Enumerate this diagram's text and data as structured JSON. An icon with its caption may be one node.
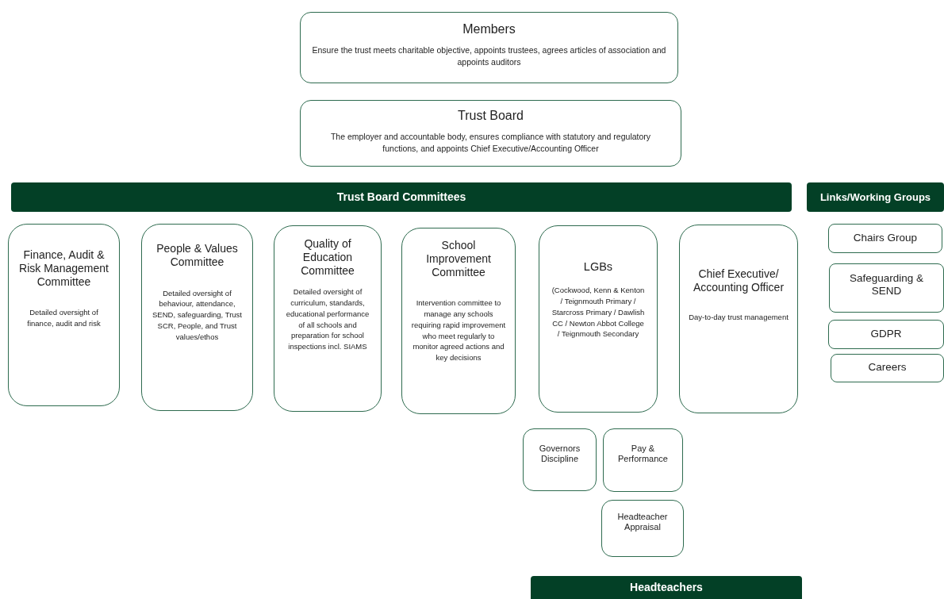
{
  "diagram": {
    "nodes": [
      {
        "text": [
          "Members",
          "Ensure the trust meets charitable objective, appoints trustees, agrees articles of association and appoints auditors"
        ]
      },
      {
        "text": [
          "Trust Board",
          "The employer and accountable body, ensures compliance with statutory and regulatory functions, and appoints Chief Executive/Accounting Officer"
        ]
      },
      {
        "text": [
          "Trust Board Committees"
        ]
      },
      {
        "text": [
          "Links/Working Groups"
        ]
      },
      {
        "text": [
          "Finance, Audit & Risk Management Committee",
          "Detailed oversight of finance, audit and risk"
        ]
      },
      {
        "text": [
          "People & Values Committee",
          "Detailed oversight of behaviour, attendance, SEND, safeguarding, Trust SCR, People, and Trust values/ethos"
        ]
      },
      {
        "text": [
          "Quality of Education Committee",
          "Detailed oversight of curriculum, standards, educational performance of all schools and preparation for school inspections incl. SIAMS"
        ]
      },
      {
        "text": [
          "School Improvement Committee",
          "Intervention committee to manage any schools requiring rapid improvement who meet regularly to monitor agreed actions and key decisions"
        ]
      },
      {
        "text": [
          "LGBs",
          "(Cockwood, Kenn & Kenton / Teignmouth Primary / Starcross Primary / Dawlish CC / Newton Abbot College / Teignmouth Secondary"
        ]
      },
      {
        "text": [
          "Chief Executive/ Accounting Officer",
          "Day-to-day trust management"
        ]
      },
      {
        "text": [
          "Chairs Group"
        ]
      },
      {
        "text": [
          "Safeguarding & SEND"
        ]
      },
      {
        "text": [
          "GDPR"
        ]
      },
      {
        "text": [
          "Careers"
        ]
      },
      {
        "text": [
          "Governors Discipline"
        ]
      },
      {
        "text": [
          "Pay & Performance"
        ]
      },
      {
        "text": [
          "Headteacher Appraisal"
        ]
      },
      {
        "text": [
          "Headteachers"
        ]
      }
    ],
    "edges": []
  }
}
